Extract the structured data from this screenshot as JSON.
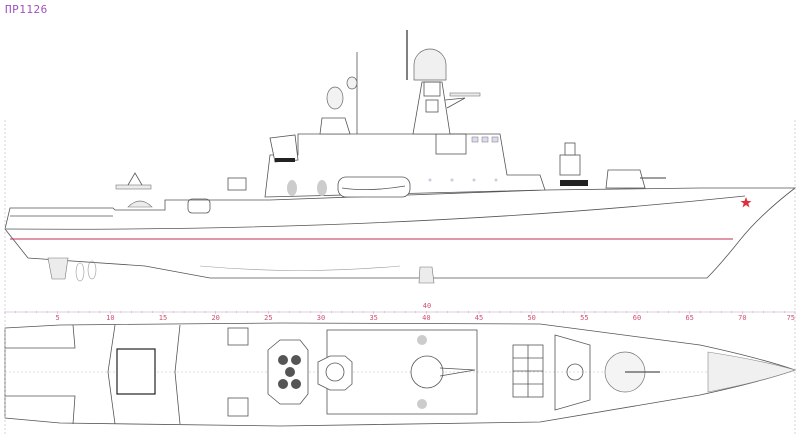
{
  "title": "ПР1126",
  "colors": {
    "title": "#a050c0",
    "waterline": "#c03050",
    "scale": "#d05070",
    "star": "#e03040"
  },
  "scale": {
    "ticks": [
      "5",
      "10",
      "15",
      "20",
      "25",
      "30",
      "35",
      "40",
      "45",
      "50",
      "55",
      "60",
      "65",
      "70",
      "75"
    ],
    "mid_label": "40"
  }
}
